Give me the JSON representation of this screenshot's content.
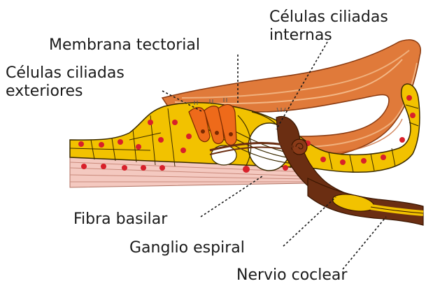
{
  "diagram": {
    "labels": {
      "inner_hair_cells_line1": "Células ciliadas",
      "inner_hair_cells_line2": "internas",
      "tectorial_membrane": "Membrana tectorial",
      "outer_hair_cells_line1": "Células ciliadas",
      "outer_hair_cells_line2": "exteriores",
      "basilar_fiber": "Fibra basilar",
      "spiral_ganglion": "Ganglio espiral",
      "cochlear_nerve": "Nervio coclear"
    },
    "colors": {
      "tissue_yellow": "#f2c200",
      "tissue_outline": "#3a2a00",
      "cell_nucleus": "#d8202a",
      "tectorial_orange": "#e07a3a",
      "tectorial_light": "#f3b07a",
      "hair_cell_orange": "#ee6a1a",
      "nerve_brown": "#6b2e12",
      "basilar_pink": "#f4c9c0"
    }
  }
}
